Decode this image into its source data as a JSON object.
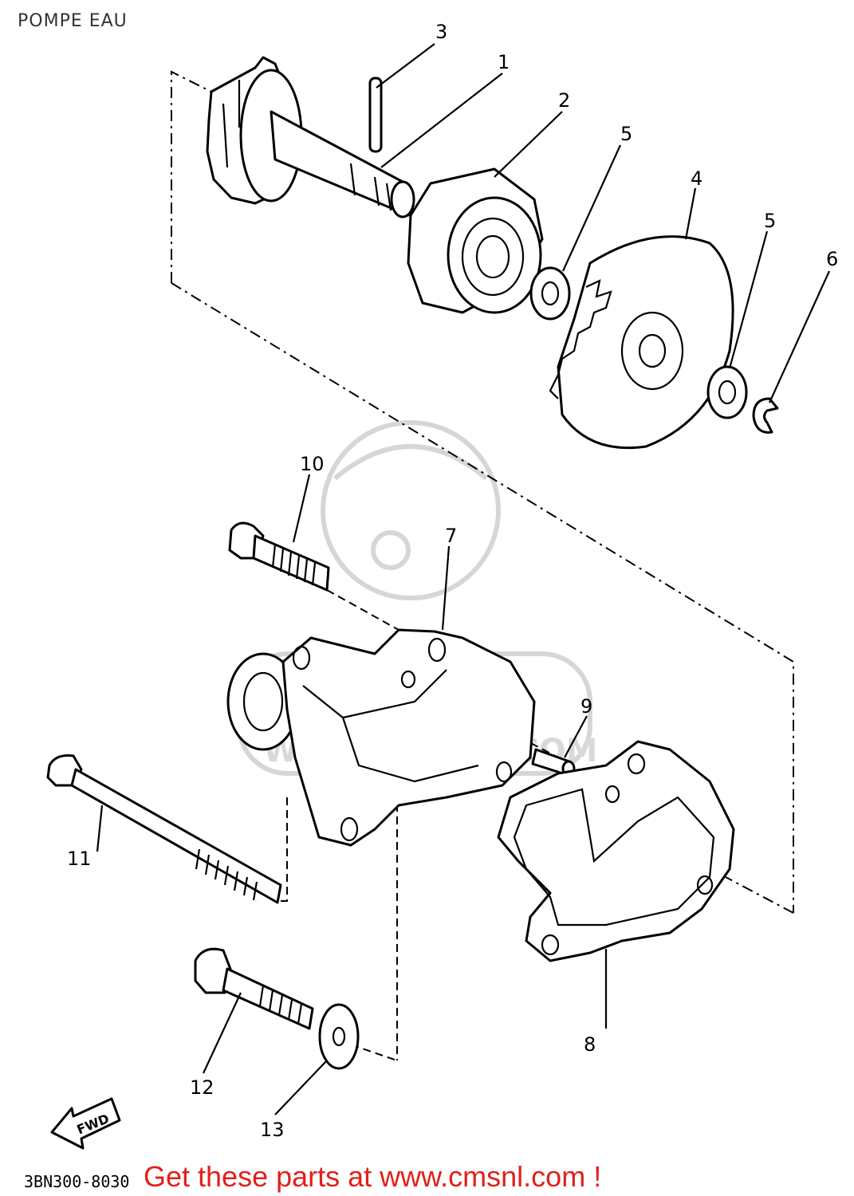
{
  "title": "POMPE EAU",
  "drawing_code": "3BN300-8030",
  "footer": "Get these parts at www.cmsnl.com !",
  "watermark": "WWW.CMSNL.COM",
  "fwd_label": "FWD",
  "colors": {
    "footer": "#e0201b",
    "line": "#000000",
    "watermark": "#d6d6d6"
  },
  "callouts": [
    "1",
    "2",
    "3",
    "4",
    "5",
    "5",
    "6",
    "7",
    "8",
    "9",
    "10",
    "11",
    "12",
    "13"
  ]
}
